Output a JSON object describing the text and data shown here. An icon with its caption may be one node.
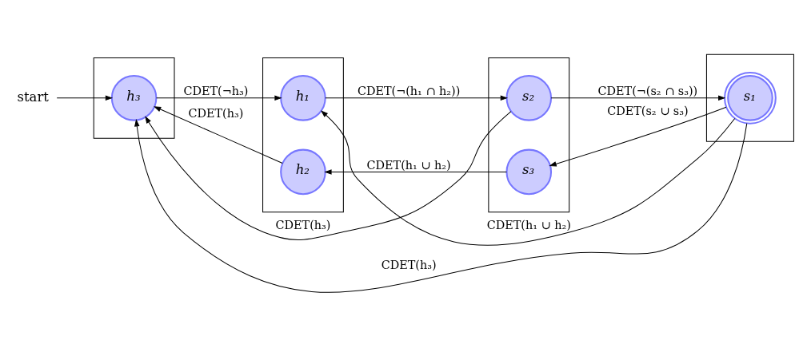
{
  "diagram": {
    "nodes": [
      {
        "text": [
          "start"
        ]
      },
      {
        "text": [],
        "shape": "box"
      },
      {
        "text": [
          "h₃"
        ],
        "in": 1
      },
      {
        "text": [],
        "shape": "box"
      },
      {
        "text": [
          "h₁"
        ],
        "in": 3
      },
      {
        "text": [
          "h₂"
        ],
        "in": 3
      },
      {
        "text": [],
        "shape": "box"
      },
      {
        "text": [
          "s₂"
        ],
        "in": 6
      },
      {
        "text": [
          "s₃"
        ],
        "in": 6
      },
      {
        "text": [],
        "shape": "box"
      },
      {
        "text": [
          "s₁"
        ],
        "in": 9
      }
    ],
    "edges": [
      {
        "from": 0,
        "to": 2,
        "arrow": "to"
      },
      {
        "from": 2,
        "to": 4,
        "arrow": "to",
        "label": "CDET(¬h₃)"
      },
      {
        "from": 4,
        "to": 7,
        "arrow": "to",
        "label": "CDET(¬(h₁ ∩ h₂))"
      },
      {
        "from": 7,
        "to": 10,
        "arrow": "to",
        "label": "CDET(¬(s₂ ∩ s₃))"
      },
      {
        "from": 10,
        "to": 2,
        "arrow": "to",
        "label": "CDET(h₃)"
      },
      {
        "from": 7,
        "to": 2,
        "arrow": "to",
        "label": "CDET(h₃)"
      },
      {
        "from": 10,
        "to": 4,
        "arrow": "to",
        "label": "CDET(h₁ ∪ h₂)"
      },
      {
        "from": 10,
        "to": 8,
        "arrow": "to",
        "label": "CDET(s₂ ∪ s₃)"
      },
      {
        "from": 8,
        "to": 5,
        "arrow": "to",
        "label": "CDET(h₁ ∪ h₂)"
      },
      {
        "from": 5,
        "to": 2,
        "arrow": "to",
        "label": "CDET(h₃)"
      }
    ]
  }
}
